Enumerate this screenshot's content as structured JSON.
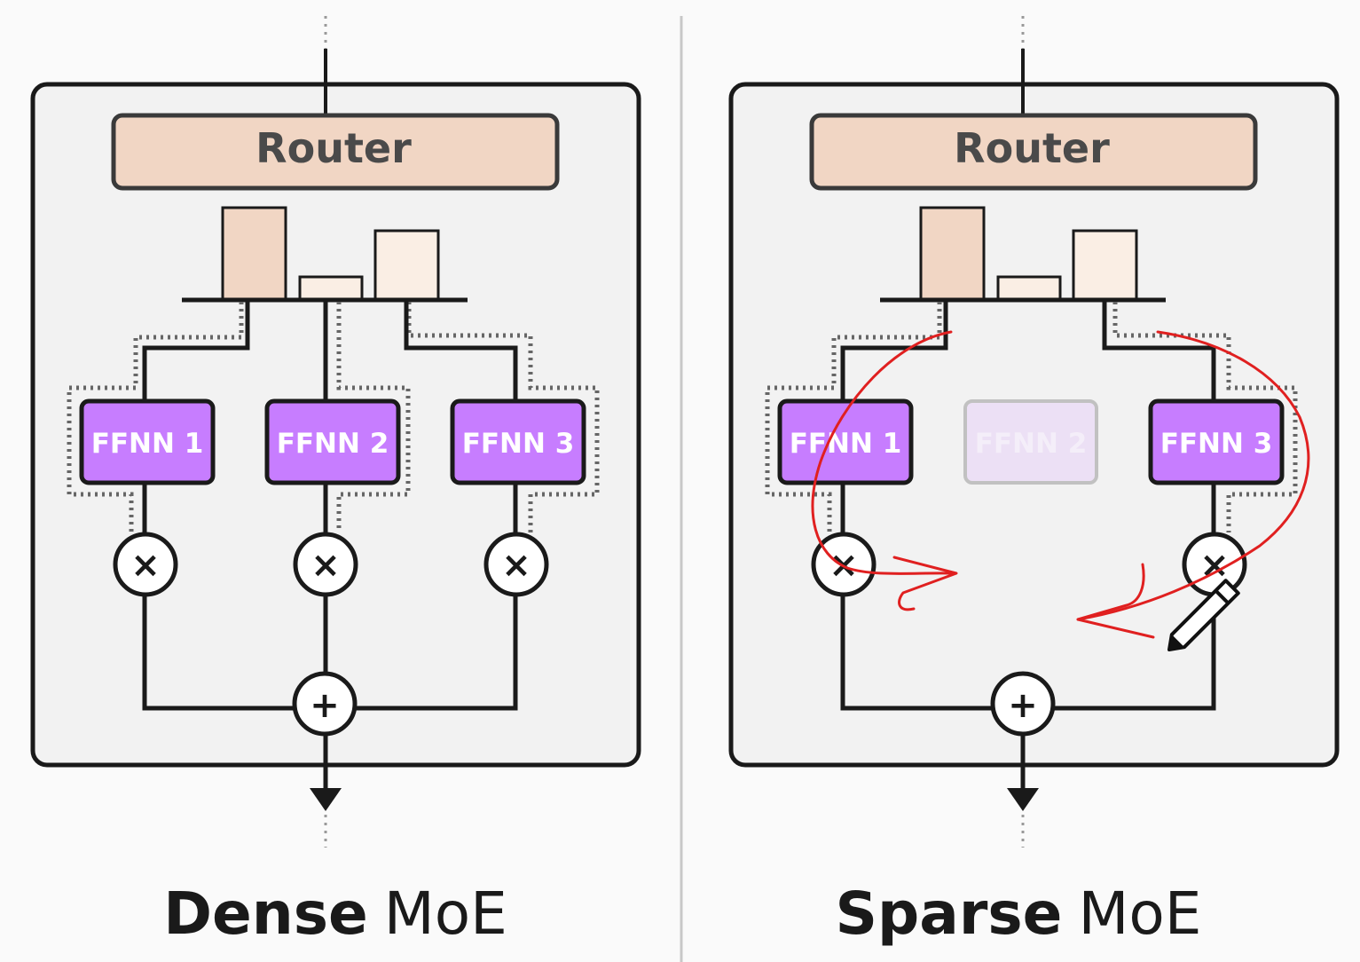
{
  "panels": [
    {
      "caption_bold": "Dense",
      "caption_light": "MoE",
      "router_label": "Router",
      "experts": [
        {
          "label": "FFNN 1",
          "active": true
        },
        {
          "label": "FFNN 2",
          "active": true
        },
        {
          "label": "FFNN 3",
          "active": true
        }
      ],
      "routing_weights": [
        0.6,
        0.15,
        0.45
      ],
      "multiply_symbol": "×",
      "sum_symbol": "+"
    },
    {
      "caption_bold": "Sparse",
      "caption_light": "MoE",
      "router_label": "Router",
      "experts": [
        {
          "label": "FFNN 1",
          "active": true
        },
        {
          "label": "FFNN 2",
          "active": false
        },
        {
          "label": "FFNN 3",
          "active": true
        }
      ],
      "routing_weights": [
        0.6,
        0.15,
        0.45
      ],
      "multiply_symbol": "×",
      "sum_symbol": "+"
    }
  ],
  "colors": {
    "router_fill": "#f1d6c4",
    "bar_fill_high": "#f1d6c4",
    "bar_fill_low": "#faeee4",
    "expert_fill": "#c77dff",
    "expert_inactive_fill": "#e8d2f8",
    "panel_fill": "#f2f2f2",
    "stroke": "#1a1a1a",
    "annotation": "#e02020"
  },
  "icons": [
    "pencil-icon",
    "multiply-icon",
    "plus-icon",
    "arrow-down-icon"
  ]
}
